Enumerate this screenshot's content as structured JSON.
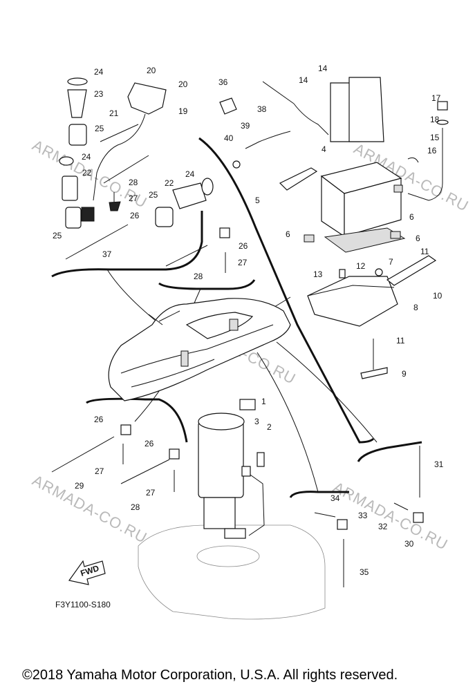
{
  "diagram": {
    "code": "F3Y1100-S180",
    "fwd_label": "FWD",
    "copyright": "©2018 Yamaha Motor Corporation, U.S.A. All rights reserved.",
    "watermark": "ARMADA-CO.RU",
    "callouts": {
      "c1": "1",
      "c2": "2",
      "c3": "3",
      "c4": "4",
      "c5": "5",
      "c6": "6",
      "c7": "7",
      "c8": "8",
      "c9": "9",
      "c10": "10",
      "c11": "11",
      "c12": "12",
      "c13": "13",
      "c14": "14",
      "c15": "15",
      "c16": "16",
      "c17": "17",
      "c18": "18",
      "c19": "19",
      "c20": "20",
      "c21": "21",
      "c22": "22",
      "c23": "23",
      "c24": "24",
      "c25": "25",
      "c26": "26",
      "c27": "27",
      "c28": "28",
      "c29": "29",
      "c30": "30",
      "c31": "31",
      "c32": "32",
      "c33": "33",
      "c34": "34",
      "c35": "35",
      "c36": "36",
      "c37": "37",
      "c38": "38",
      "c39": "39",
      "c40": "40"
    }
  }
}
